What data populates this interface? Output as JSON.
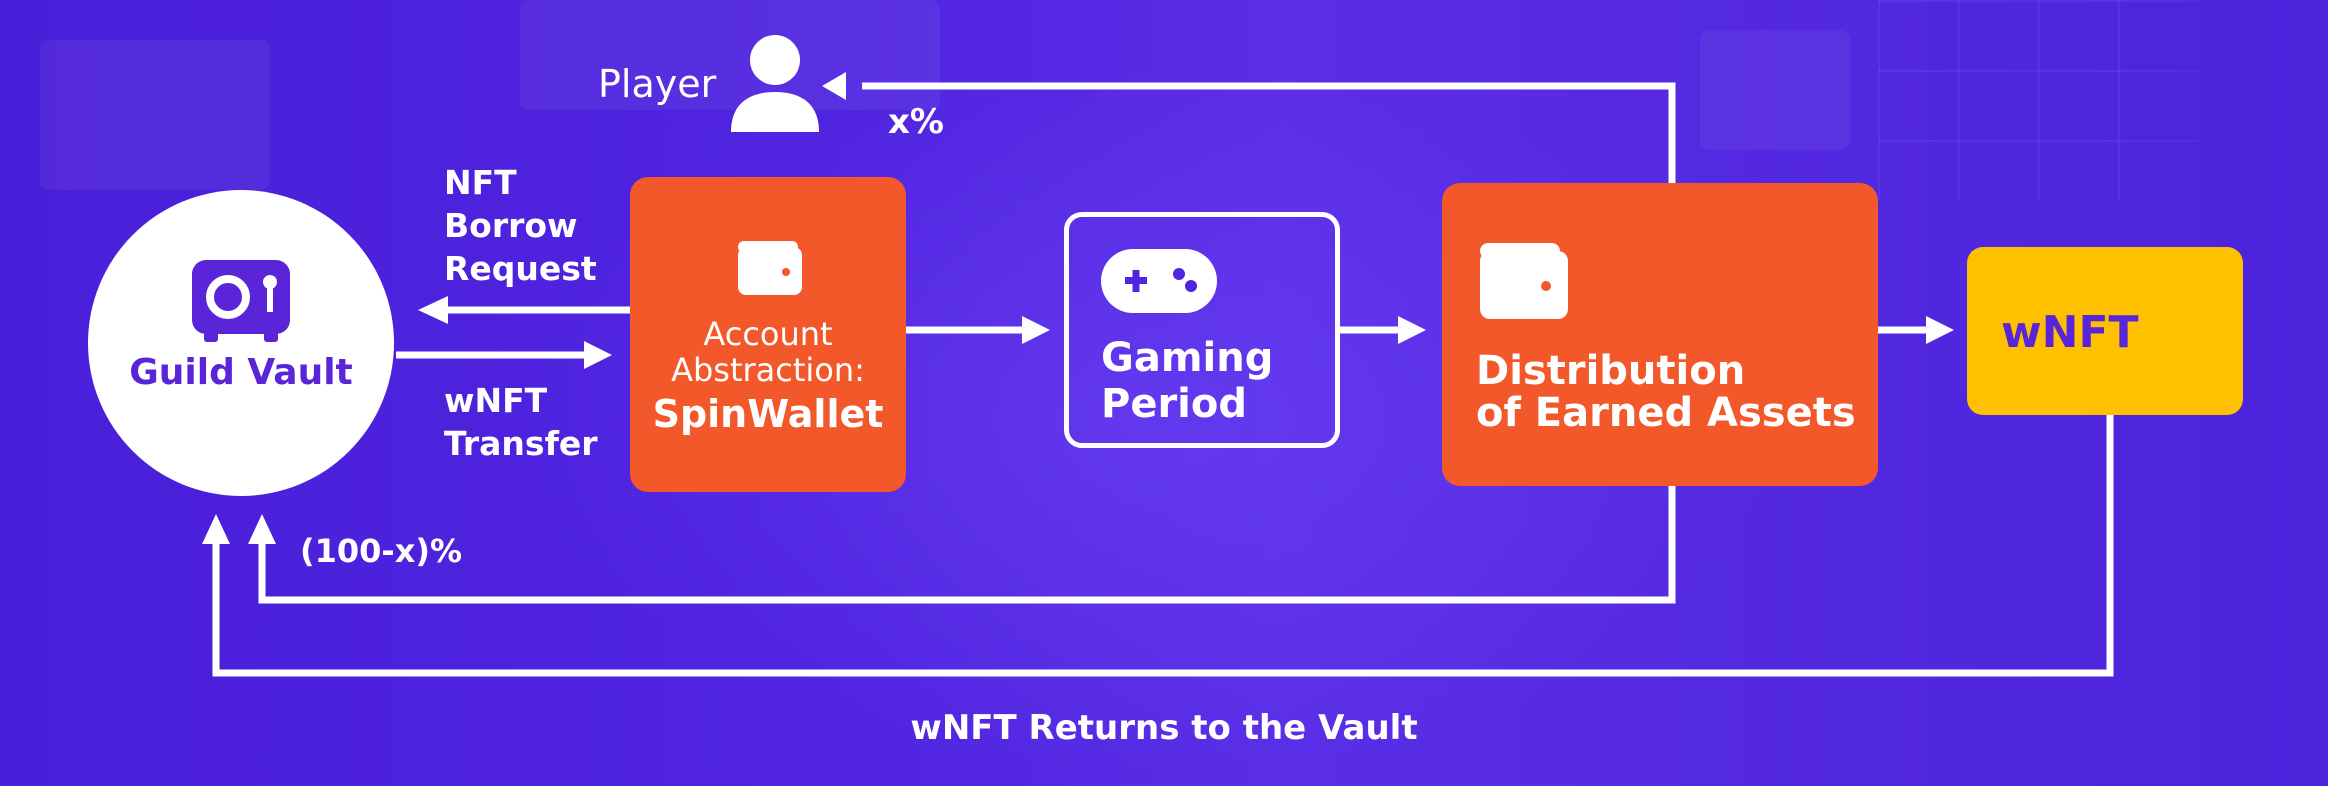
{
  "player": {
    "label": "Player"
  },
  "vault": {
    "label": "Guild Vault"
  },
  "flows": {
    "borrow_line1": "NFT",
    "borrow_line2": "Borrow",
    "borrow_line3": "Request",
    "transfer_line1": "wNFT",
    "transfer_line2": "Transfer",
    "player_share": "x%",
    "vault_share": "(100-x)%",
    "return_label": "wNFT Returns to the Vault"
  },
  "account_abstraction": {
    "line1": "Account",
    "line2": "Abstraction:",
    "name": "SpinWallet"
  },
  "gaming": {
    "line1": "Gaming",
    "line2": "Period"
  },
  "distribution": {
    "line1": "Distribution",
    "line2": "of Earned Assets"
  },
  "wnft": {
    "label": "wNFT"
  },
  "colors": {
    "background": "#5024e0",
    "orange": "#f2582a",
    "yellow": "#ffc000",
    "purple_text": "#5a24d8",
    "white": "#ffffff"
  },
  "icons": [
    "vault-icon",
    "user-icon",
    "wallet-icon",
    "gamepad-icon"
  ]
}
